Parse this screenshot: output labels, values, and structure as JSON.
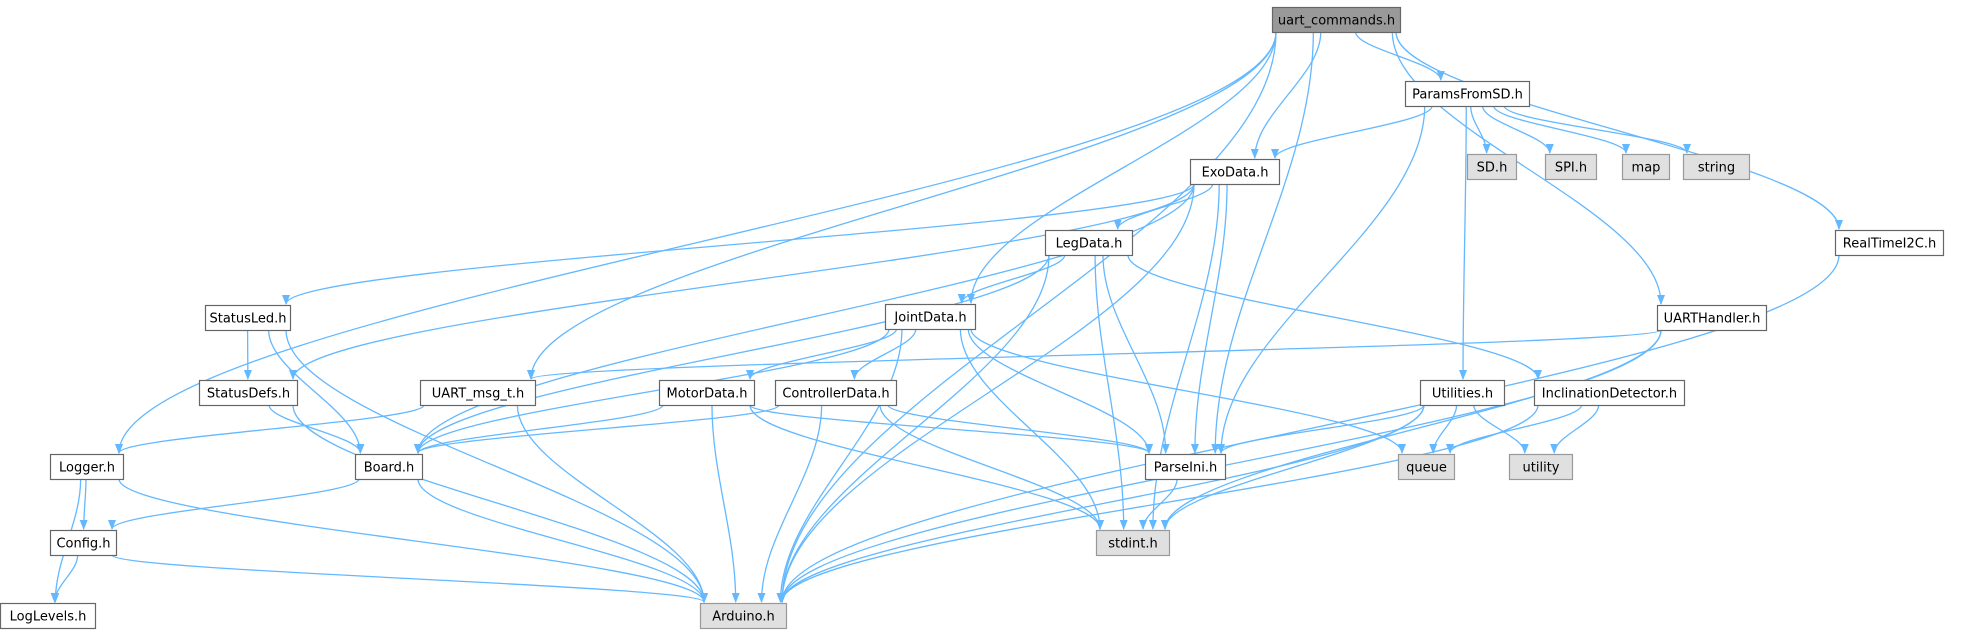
{
  "colors": {
    "background": "#ffffff",
    "edge": "#63b8ff",
    "node_fill": "#ffffff",
    "node_border": "#666666",
    "root_fill": "#999999",
    "root_border": "#666666",
    "system_fill": "#e0e0e0",
    "system_border": "#999999",
    "text": "#000000"
  },
  "nodes": [
    {
      "id": "uart_commands",
      "label": "uart_commands.h",
      "kind": "root"
    },
    {
      "id": "ParamsFromSD",
      "label": "ParamsFromSD.h",
      "kind": "file"
    },
    {
      "id": "ExoData",
      "label": "ExoData.h",
      "kind": "file"
    },
    {
      "id": "LegData",
      "label": "LegData.h",
      "kind": "file"
    },
    {
      "id": "JointData",
      "label": "JointData.h",
      "kind": "file"
    },
    {
      "id": "StatusLed",
      "label": "StatusLed.h",
      "kind": "file"
    },
    {
      "id": "StatusDefs",
      "label": "StatusDefs.h",
      "kind": "file"
    },
    {
      "id": "UART_msg_t",
      "label": "UART_msg_t.h",
      "kind": "file"
    },
    {
      "id": "MotorData",
      "label": "MotorData.h",
      "kind": "file"
    },
    {
      "id": "ControllerData",
      "label": "ControllerData.h",
      "kind": "file"
    },
    {
      "id": "Logger",
      "label": "Logger.h",
      "kind": "file"
    },
    {
      "id": "Board",
      "label": "Board.h",
      "kind": "file"
    },
    {
      "id": "Config",
      "label": "Config.h",
      "kind": "file"
    },
    {
      "id": "LogLevels",
      "label": "LogLevels.h",
      "kind": "file"
    },
    {
      "id": "Arduino",
      "label": "Arduino.h",
      "kind": "system"
    },
    {
      "id": "ParseIni",
      "label": "ParseIni.h",
      "kind": "file"
    },
    {
      "id": "stdint",
      "label": "stdint.h",
      "kind": "system"
    },
    {
      "id": "Utilities",
      "label": "Utilities.h",
      "kind": "file"
    },
    {
      "id": "queue",
      "label": "queue",
      "kind": "system"
    },
    {
      "id": "utility",
      "label": "utility",
      "kind": "system"
    },
    {
      "id": "InclinationDetector",
      "label": "InclinationDetector.h",
      "kind": "file"
    },
    {
      "id": "UARTHandler",
      "label": "UARTHandler.h",
      "kind": "file"
    },
    {
      "id": "RealTimeI2C",
      "label": "RealTimeI2C.h",
      "kind": "file"
    },
    {
      "id": "SD",
      "label": "SD.h",
      "kind": "system"
    },
    {
      "id": "SPI",
      "label": "SPI.h",
      "kind": "system"
    },
    {
      "id": "map",
      "label": "map",
      "kind": "system"
    },
    {
      "id": "string",
      "label": "string",
      "kind": "system"
    }
  ],
  "edges": [
    [
      "uart_commands",
      "Logger"
    ],
    [
      "uart_commands",
      "UART_msg_t"
    ],
    [
      "uart_commands",
      "JointData"
    ],
    [
      "uart_commands",
      "ExoData"
    ],
    [
      "uart_commands",
      "ParseIni"
    ],
    [
      "uart_commands",
      "ParamsFromSD"
    ],
    [
      "uart_commands",
      "UARTHandler"
    ],
    [
      "uart_commands",
      "RealTimeI2C"
    ],
    [
      "uart_commands",
      "Arduino"
    ],
    [
      "ParamsFromSD",
      "ExoData"
    ],
    [
      "ParamsFromSD",
      "ParseIni"
    ],
    [
      "ParamsFromSD",
      "Utilities"
    ],
    [
      "ParamsFromSD",
      "SD"
    ],
    [
      "ParamsFromSD",
      "SPI"
    ],
    [
      "ParamsFromSD",
      "map"
    ],
    [
      "ParamsFromSD",
      "string"
    ],
    [
      "ExoData",
      "StatusLed"
    ],
    [
      "ExoData",
      "StatusDefs"
    ],
    [
      "ExoData",
      "Board"
    ],
    [
      "ExoData",
      "LegData"
    ],
    [
      "ExoData",
      "ParseIni"
    ],
    [
      "ExoData",
      "stdint"
    ],
    [
      "ExoData",
      "Arduino"
    ],
    [
      "LegData",
      "JointData"
    ],
    [
      "LegData",
      "Board"
    ],
    [
      "LegData",
      "Arduino"
    ],
    [
      "LegData",
      "ParseIni"
    ],
    [
      "LegData",
      "stdint"
    ],
    [
      "LegData",
      "InclinationDetector"
    ],
    [
      "JointData",
      "MotorData"
    ],
    [
      "JointData",
      "ControllerData"
    ],
    [
      "JointData",
      "Board"
    ],
    [
      "JointData",
      "Arduino"
    ],
    [
      "JointData",
      "ParseIni"
    ],
    [
      "JointData",
      "stdint"
    ],
    [
      "JointData",
      "queue"
    ],
    [
      "StatusLed",
      "StatusDefs"
    ],
    [
      "StatusLed",
      "Board"
    ],
    [
      "StatusLed",
      "Arduino"
    ],
    [
      "StatusDefs",
      "Board"
    ],
    [
      "StatusDefs",
      "Arduino"
    ],
    [
      "UART_msg_t",
      "Logger"
    ],
    [
      "UART_msg_t",
      "Arduino"
    ],
    [
      "MotorData",
      "Board"
    ],
    [
      "MotorData",
      "ParseIni"
    ],
    [
      "MotorData",
      "Arduino"
    ],
    [
      "MotorData",
      "stdint"
    ],
    [
      "ControllerData",
      "Board"
    ],
    [
      "ControllerData",
      "ParseIni"
    ],
    [
      "ControllerData",
      "Arduino"
    ],
    [
      "ControllerData",
      "stdint"
    ],
    [
      "Logger",
      "Config"
    ],
    [
      "Logger",
      "LogLevels"
    ],
    [
      "Logger",
      "Arduino"
    ],
    [
      "Board",
      "Config"
    ],
    [
      "Board",
      "Arduino"
    ],
    [
      "Config",
      "LogLevels"
    ],
    [
      "Config",
      "Arduino"
    ],
    [
      "ParseIni",
      "stdint"
    ],
    [
      "Utilities",
      "ParseIni"
    ],
    [
      "Utilities",
      "queue"
    ],
    [
      "Utilities",
      "utility"
    ],
    [
      "Utilities",
      "stdint"
    ],
    [
      "Utilities",
      "Arduino"
    ],
    [
      "InclinationDetector",
      "queue"
    ],
    [
      "InclinationDetector",
      "utility"
    ],
    [
      "InclinationDetector",
      "Arduino"
    ],
    [
      "UARTHandler",
      "UART_msg_t"
    ],
    [
      "UARTHandler",
      "stdint"
    ],
    [
      "UARTHandler",
      "Arduino"
    ],
    [
      "RealTimeI2C",
      "Arduino"
    ]
  ]
}
